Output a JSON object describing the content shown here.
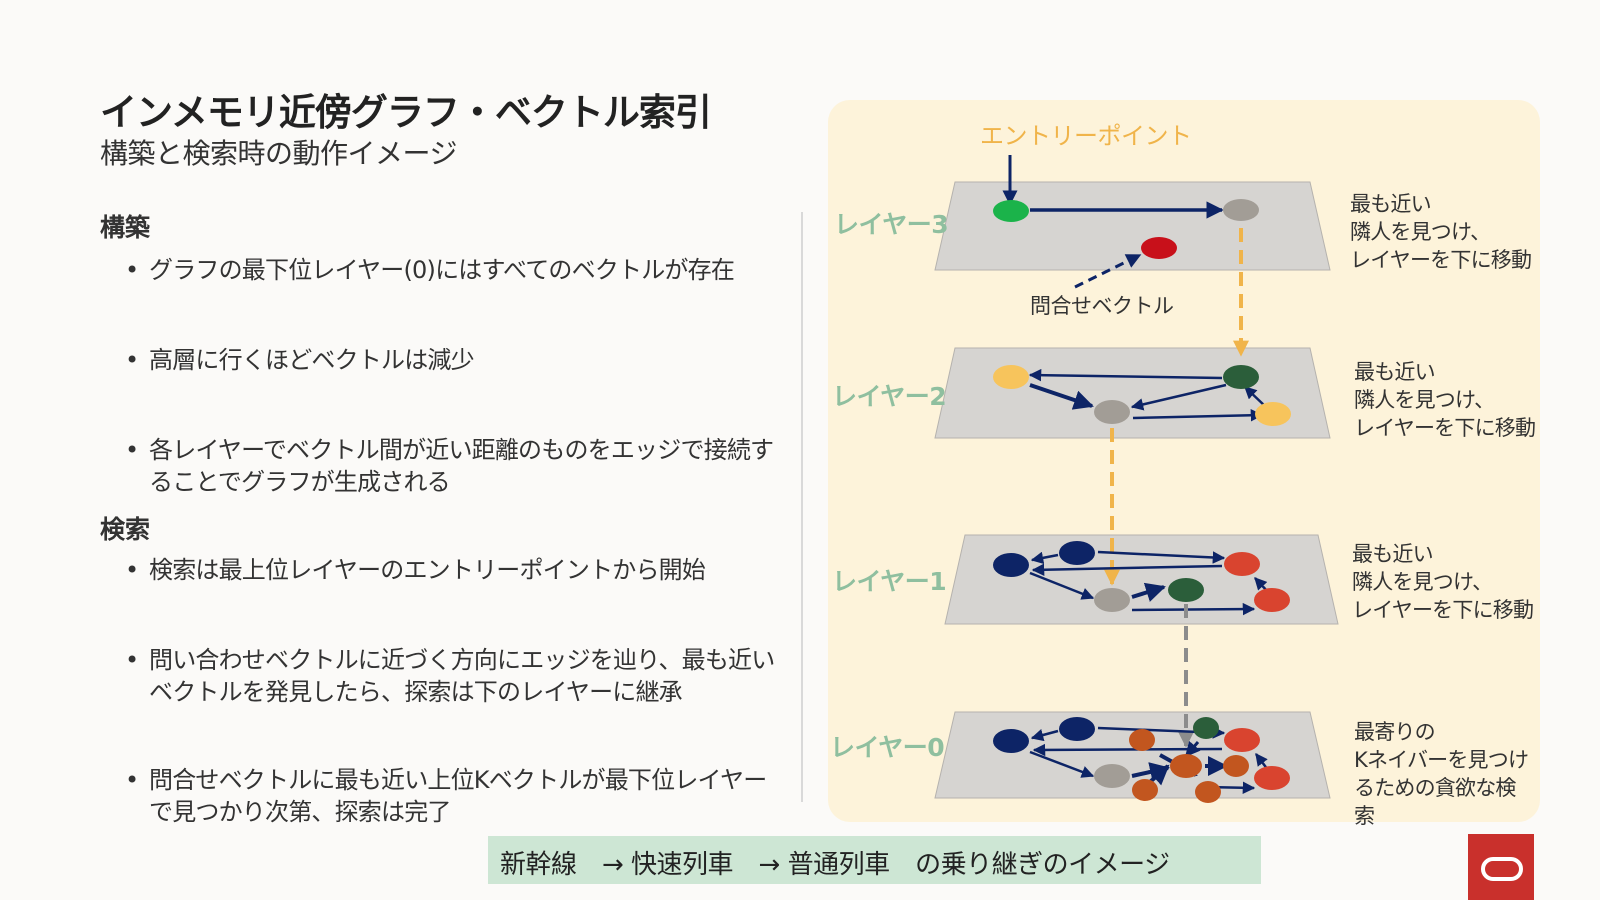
{
  "slide": {
    "title": "インメモリ近傍グラフ・ベクトル索引",
    "subtitle": "構築と検索時の動作イメージ"
  },
  "build": {
    "heading": "構築",
    "bullets": [
      "グラフの最下位レイヤー(0)にはすべてのベクトルが存在",
      "高層に行くほどベクトルは減少",
      "各レイヤーでベクトル間が近い距離のものをエッジで接続することでグラフが生成される"
    ]
  },
  "search": {
    "heading": "検索",
    "bullets": [
      "検索は最上位レイヤーのエントリーポイントから開始",
      "問い合わせベクトルに近づく方向にエッジを辿り、最も近いベクトルを発見したら、探索は下のレイヤーに継承",
      "問合せベクトルに最も近い上位Kベクトルが最下位レイヤーで見つかり次第、探索は完了"
    ]
  },
  "diagram": {
    "entry_point": "エントリーポイント",
    "query_vector": "問合せベクトル",
    "layers": [
      {
        "label": "レイヤー3",
        "note": [
          "最も近い",
          "隣人を見つけ、",
          "レイヤーを下に移動"
        ]
      },
      {
        "label": "レイヤー2",
        "note": [
          "最も近い",
          "隣人を見つけ、",
          "レイヤーを下に移動"
        ]
      },
      {
        "label": "レイヤー1",
        "note": [
          "最も近い",
          "隣人を見つけ、",
          "レイヤーを下に移動"
        ]
      },
      {
        "label": "レイヤー0",
        "note": [
          "最寄りの",
          "Kネイバーを見つけ",
          "るための貪欲な検",
          "索"
        ]
      }
    ],
    "colors": {
      "plane": "#d6d4d1",
      "edge": "#0d2466",
      "transition": "#f0b44a",
      "final_transition": "#8c8c8c",
      "entry_node": "#1bb34a",
      "query_node": "#c8101a",
      "gray_node": "#a29d96",
      "yellow_node": "#f7c45c",
      "dark_green_node": "#2b5e3a",
      "navy_node": "#0d2466",
      "red_node": "#d9442f",
      "orange_node": "#c2561f"
    }
  },
  "footer": {
    "text": "新幹線　→ 快速列車　→ 普通列車　の乗り継ぎのイメージ"
  }
}
